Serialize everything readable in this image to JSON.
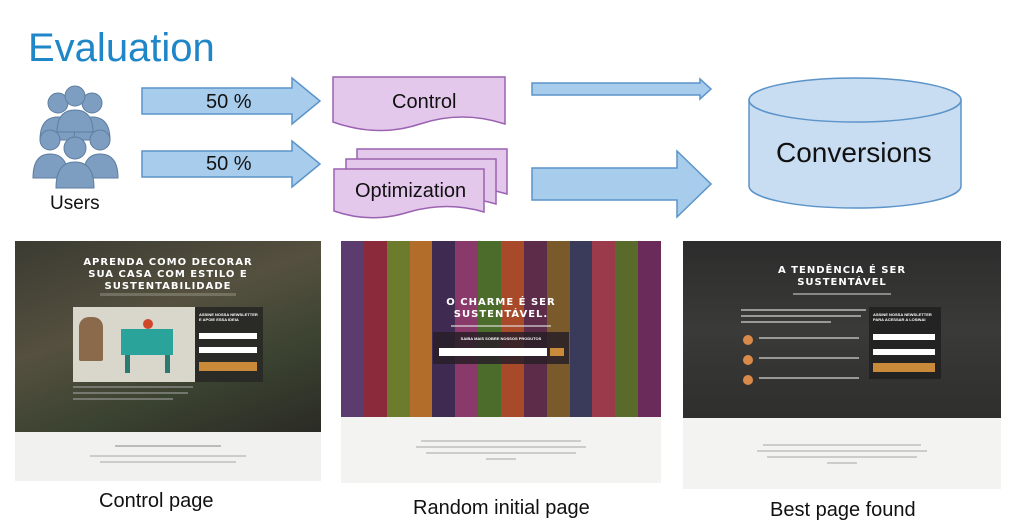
{
  "title": "Evaluation",
  "users": {
    "label": "Users",
    "icon": "users-group-icon"
  },
  "split": {
    "top_pct": "50 %",
    "bottom_pct": "50 %"
  },
  "boxes": {
    "control": "Control",
    "optimization": "Optimization",
    "conversions": "Conversions"
  },
  "thumbnails": {
    "control": {
      "headline": "APRENDA COMO DECORAR SUA CASA COM ESTILO E SUSTENTABILIDADE",
      "form_title": "ASSINE NOSSA NEWSLETTER E APOIE ESSA IDEIA",
      "caption": "Control page"
    },
    "random": {
      "headline": "O CHARME É SER SUSTENTÁVEL.",
      "form_title": "SAIBA MAIS SOBRE NOSSOS PRODUTOS",
      "caption": "Random initial page"
    },
    "best": {
      "headline": "A TENDÊNCIA É SER SUSTENTÁVEL",
      "form_title": "ASSINE NOSSA NEWSLETTER PARA ACESSAR A LOSINAI",
      "caption": "Best page found"
    }
  },
  "colors": {
    "arrow_fill": "#a8ccec",
    "arrow_stroke": "#5b94c9",
    "box_fill": "#e3c8ec",
    "box_stroke": "#9a62b0",
    "cylinder_fill": "#c8dcf2",
    "cylinder_stroke": "#5b94c9",
    "title": "#1f86c8",
    "stripes": [
      "#5c3b6e",
      "#8a2a3a",
      "#6d7b2c",
      "#b36d2a",
      "#3f2a52",
      "#8a3a6a",
      "#4b6c2a",
      "#a84a2a",
      "#5d2c48",
      "#7a5a2a",
      "#3a3a5a",
      "#9a3a4a",
      "#5a6a2a",
      "#6a2a5a"
    ]
  }
}
